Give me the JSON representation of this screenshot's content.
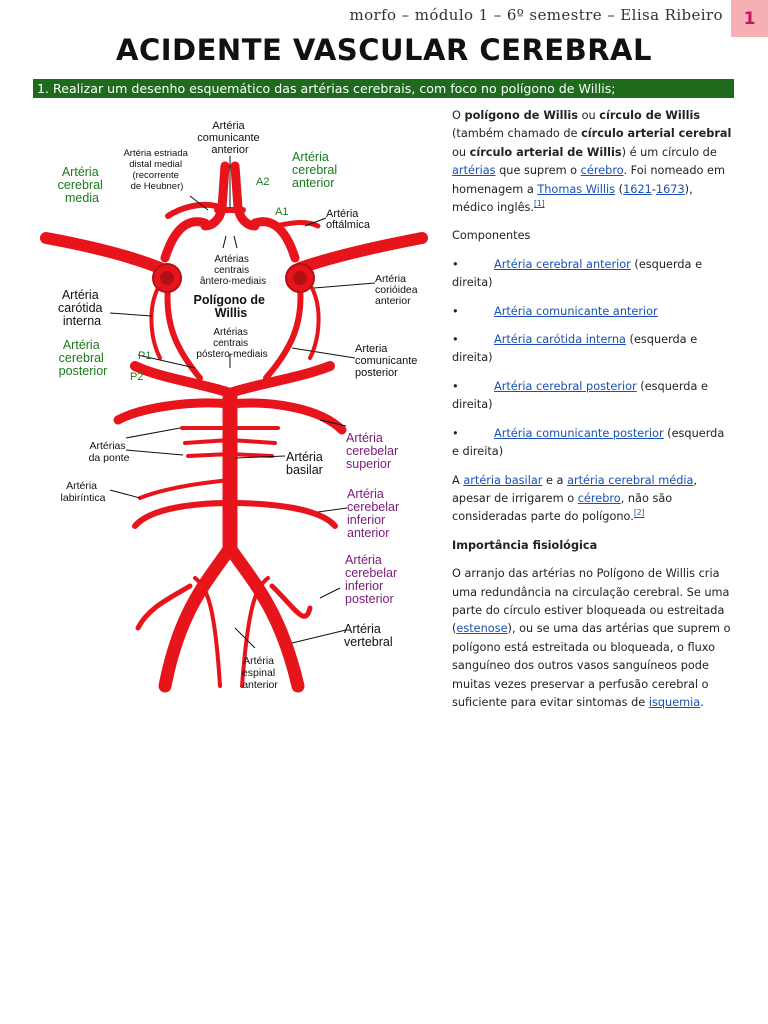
{
  "header": {
    "text": "morfo – módulo 1 – 6º semestre – Elisa Ribeiro",
    "page_number": "1"
  },
  "title": "ACIDENTE VASCULAR CEREBRAL",
  "section_heading": "1. Realizar um desenho esquemático das artérias cerebrais, com foco no polígono de Willis;",
  "diagram": {
    "labels": {
      "acm": [
        "Artéria",
        "cerebral",
        "media"
      ],
      "estriada": [
        "Artéria estriada",
        "distal medial",
        "(recorrente",
        "de Heubner)"
      ],
      "acoa": [
        "Artéria",
        "comunicante",
        "anterior"
      ],
      "aca": [
        "Artéria",
        "cerebral",
        "anterior"
      ],
      "a2": "A2",
      "a1": "A1",
      "oftalmica": [
        "Artéria",
        "oftálmica"
      ],
      "antero": [
        "Artérias",
        "centrais",
        "ântero-mediais"
      ],
      "coroidea": [
        "Artéria",
        "corióidea",
        "anterior"
      ],
      "carotida": [
        "Artéria",
        "carótida",
        "interna"
      ],
      "poligono": [
        "Polígono de",
        "Willis"
      ],
      "postero": [
        "Artérias",
        "centrais",
        "póstero-mediais"
      ],
      "pcoa": [
        "Arteria",
        "comunicante",
        "posterior"
      ],
      "acp": [
        "Artéria",
        "cerebral",
        "posterior"
      ],
      "p1": "P1",
      "p2": "P2",
      "ponte": [
        "Artérias",
        "da ponte"
      ],
      "basilar": [
        "Artéria",
        "basilar"
      ],
      "superior": [
        "Artéria",
        "cerebelar",
        "superior"
      ],
      "labirintica": [
        "Artéria",
        "labiríntica"
      ],
      "aica": [
        "Artéria",
        "cerebelar",
        "inferior",
        "anterior"
      ],
      "pica": [
        "Artéria",
        "cerebelar",
        "inferior",
        "posterior"
      ],
      "vertebral": [
        "Artéria",
        "vertebral"
      ],
      "espinal": [
        "Artéria",
        "espinal",
        "anterior"
      ]
    }
  },
  "info": {
    "intro": {
      "t1": "O ",
      "b1": "polígono de Willis",
      "t2": " ou ",
      "b2": "círculo de Willis",
      "t3": " (também chamado de ",
      "b3": "círculo arterial cerebral",
      "t4": " ou ",
      "b4": "círculo arterial de Willis",
      "t5": ") é um círculo de ",
      "l1": "artérias",
      "t6": " que suprem o ",
      "l2": "cérebro",
      "t7": ". Foi nomeado em homenagem a ",
      "l3": "Thomas Willis",
      "t8": " (",
      "l4": "1621",
      "t9": "-",
      "l5": "1673",
      "t10": "), médico inglês.",
      "ref": "[1]"
    },
    "components_heading": "Componentes",
    "components": [
      {
        "link": "Artéria cerebral anterior",
        "rest": " (esquerda e direita)"
      },
      {
        "link": "Artéria comunicante anterior",
        "rest": ""
      },
      {
        "link": "Artéria carótida interna",
        "rest": " (esquerda e direita)"
      },
      {
        "link": "Artéria cerebral posterior",
        "rest": " (esquerda e direita)"
      },
      {
        "link": "Artéria comunicante posterior",
        "rest": " (esquerda e direita)"
      }
    ],
    "bullet": "•",
    "note": {
      "t1": "A ",
      "l1": "artéria basilar",
      "t2": " e a ",
      "l2": "artéria cerebral média",
      "t3": ", apesar de irrigarem o ",
      "l3": "cérebro",
      "t4": ", não são consideradas parte do polígono.",
      "ref": "[2]"
    },
    "importance_heading": "Importância fisiológica",
    "importance": {
      "t1": "O arranjo das artérias no Polígono de Willis cria uma redundância na circulação cerebral. Se uma parte do círculo estiver bloqueada ou estreitada (",
      "l1": "estenose",
      "t2": "), ou se uma das artérias que suprem o polígono está estreitada ou bloqueada, o fluxo sanguíneo dos outros vasos sanguíneos pode muitas vezes preservar a perfusão cerebral o suficiente para evitar sintomas de ",
      "l2": "isquemia",
      "t3": "."
    }
  }
}
